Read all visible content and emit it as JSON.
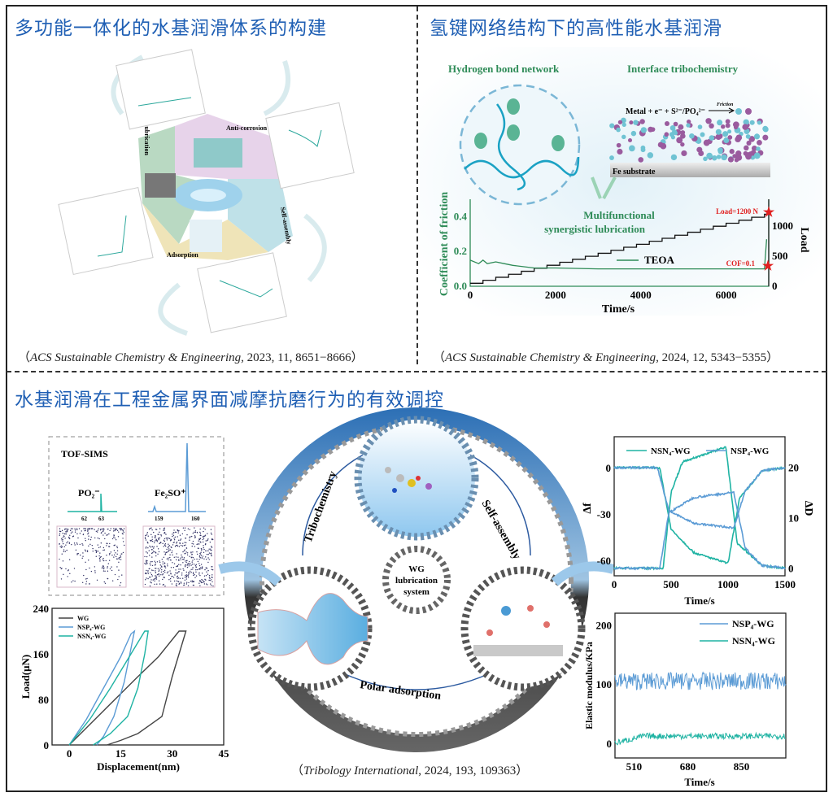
{
  "top_left": {
    "title": "多功能一体化的水基润滑体系的构建",
    "labels": [
      "Lubrication",
      "Anti-corrosion",
      "Self-assembly",
      "Adsorption"
    ],
    "citation_journal": "ACS Sustainable Chemistry & Engineering,",
    "citation_rest": " 2023, 11, 8651−8666",
    "paren_open": "（",
    "paren_close": "）"
  },
  "top_right": {
    "title": "氢键网络结构下的高性能水基润滑",
    "hbond_label": "Hydrogen bond network",
    "tribo_label": "Interface tribochemistry",
    "equation": "Metal + e⁻ + S²⁻/PO₄²⁻",
    "friction": "Friction",
    "substrate": "Fe substrate",
    "synergy_line1": "Multifunctional",
    "synergy_line2": "synergistic lubrication",
    "citation_journal": "ACS Sustainable Chemistry & Engineering,",
    "citation_rest": " 2024, 12, 5343−5355",
    "paren_open": "（",
    "paren_close": "）"
  },
  "bottom": {
    "title": "水基润滑在工程金属界面减摩抗磨行为的有效调控",
    "tofsims": "TOF-SIMS",
    "po2": "PO₂⁻",
    "fe2so": "Fe₂SO⁺",
    "po2_ticks": [
      "62",
      "63"
    ],
    "fe2so_ticks": [
      "159",
      "160"
    ],
    "gear_labels": {
      "tribo": "Tribochemistry",
      "self": "Self-assembly",
      "polar": "Polar adsorption"
    },
    "center": [
      "WG",
      "lubrication",
      "system"
    ],
    "citation_journal": "Tribology International",
    "citation_rest": ", 2024, 193, 109363",
    "paren_open": "（",
    "paren_close": "）"
  },
  "colors": {
    "blue_title": "#1f5fb4",
    "green": "#2e8b57",
    "teal": "#1fb3a3",
    "blue": "#5b9bd5",
    "red": "#e02020"
  },
  "chart_data": [
    {
      "id": "cof",
      "type": "line",
      "xlabel": "Time/s",
      "ylabel": "Coefficient of friction",
      "y2label": "Load",
      "xlim": [
        0,
        7000
      ],
      "ylim": [
        0,
        0.5
      ],
      "y2lim": [
        0,
        1450
      ],
      "xticks": [
        "0",
        "2000",
        "4000",
        "6000"
      ],
      "yticks": [
        "0.0",
        "0.2",
        "0.4"
      ],
      "y2ticks": [
        "0",
        "500",
        "1000"
      ],
      "series": [
        {
          "name": "TEOA",
          "x": [
            0,
            200,
            300,
            400,
            600,
            800,
            1000,
            1500,
            2000,
            3000,
            4000,
            5000,
            6000,
            6900,
            6950
          ],
          "y": [
            0.15,
            0.13,
            0.15,
            0.13,
            0.14,
            0.13,
            0.12,
            0.105,
            0.105,
            0.1,
            0.1,
            0.1,
            0.1,
            0.1,
            0.27
          ]
        },
        {
          "name": "Load",
          "steps": true,
          "x_step": 300,
          "y_start": 50,
          "y_step": 50,
          "y_end": 1200
        }
      ],
      "annotations": [
        "Load=1200 N",
        "COF=0.1"
      ]
    },
    {
      "id": "nano",
      "type": "line",
      "xlabel": "Displacement(nm)",
      "ylabel": "Load(μN)",
      "xlim": [
        -5,
        45
      ],
      "ylim": [
        0,
        240
      ],
      "xticks": [
        "0",
        "15",
        "30",
        "45"
      ],
      "yticks": [
        "0",
        "80",
        "160",
        "240"
      ],
      "series": [
        {
          "name": "WG",
          "x": [
            0,
            10,
            20,
            26,
            32,
            34,
            33,
            30,
            27,
            20,
            15,
            11
          ],
          "y": [
            0,
            60,
            120,
            155,
            200,
            200,
            180,
            120,
            50,
            20,
            8,
            0
          ]
        },
        {
          "name": "NSP₄-WG",
          "x": [
            0,
            5,
            10,
            15,
            18,
            19,
            18,
            16,
            13,
            10,
            8
          ],
          "y": [
            0,
            45,
            100,
            155,
            195,
            200,
            170,
            110,
            50,
            15,
            0
          ]
        },
        {
          "name": "NSN₄-WG",
          "x": [
            0,
            6,
            12,
            18,
            22,
            23,
            22,
            20,
            17,
            12,
            7
          ],
          "y": [
            0,
            45,
            100,
            160,
            200,
            200,
            160,
            100,
            50,
            20,
            0
          ]
        }
      ]
    },
    {
      "id": "qcm",
      "type": "line",
      "xlabel": "Time/s",
      "ylabel": "Δf",
      "y2label": "ΔD",
      "xlim": [
        0,
        1500
      ],
      "ylim": [
        -70,
        20
      ],
      "y2lim": [
        -1.5,
        26
      ],
      "xticks": [
        "0",
        "500",
        "1000",
        "1500"
      ],
      "yticks": [
        "0",
        "-30",
        "-60"
      ],
      "y2ticks": [
        "0",
        "10",
        "20"
      ],
      "series": [
        {
          "name": "NSN₄-WG",
          "f": [
            [
              0,
              0
            ],
            [
              400,
              0
            ],
            [
              500,
              -40
            ],
            [
              700,
              -55
            ],
            [
              1000,
              -62
            ],
            [
              1100,
              -20
            ],
            [
              1300,
              -2
            ],
            [
              1500,
              0
            ]
          ],
          "D": [
            [
              0,
              0
            ],
            [
              430,
              0
            ],
            [
              500,
              15
            ],
            [
              600,
              21
            ],
            [
              980,
              24
            ],
            [
              1080,
              5
            ],
            [
              1300,
              0.5
            ],
            [
              1500,
              0
            ]
          ]
        },
        {
          "name": "NSP₄-WG",
          "f": [
            [
              0,
              0
            ],
            [
              380,
              0
            ],
            [
              480,
              -28
            ],
            [
              700,
              -36
            ],
            [
              1050,
              -39
            ],
            [
              1150,
              -15
            ],
            [
              1300,
              -2
            ],
            [
              1500,
              0
            ]
          ],
          "D": [
            [
              0,
              0
            ],
            [
              400,
              0
            ],
            [
              480,
              11
            ],
            [
              700,
              14
            ],
            [
              1050,
              15
            ],
            [
              1150,
              4
            ],
            [
              1300,
              0.5
            ],
            [
              1500,
              0
            ]
          ]
        }
      ]
    },
    {
      "id": "modulus",
      "type": "line",
      "xlabel": "Time/s",
      "ylabel": "Elastic modulus/KPa",
      "xlim": [
        450,
        990
      ],
      "ylim": [
        -25,
        220
      ],
      "xticks": [
        "510",
        "680",
        "850"
      ],
      "yticks": [
        "0",
        "100",
        "200"
      ],
      "series": [
        {
          "name": "NSP₄-WG",
          "mean": 105,
          "noise": 15
        },
        {
          "name": "NSN₄-WG",
          "mean": 12,
          "noise": 5,
          "start": 0
        }
      ]
    }
  ]
}
